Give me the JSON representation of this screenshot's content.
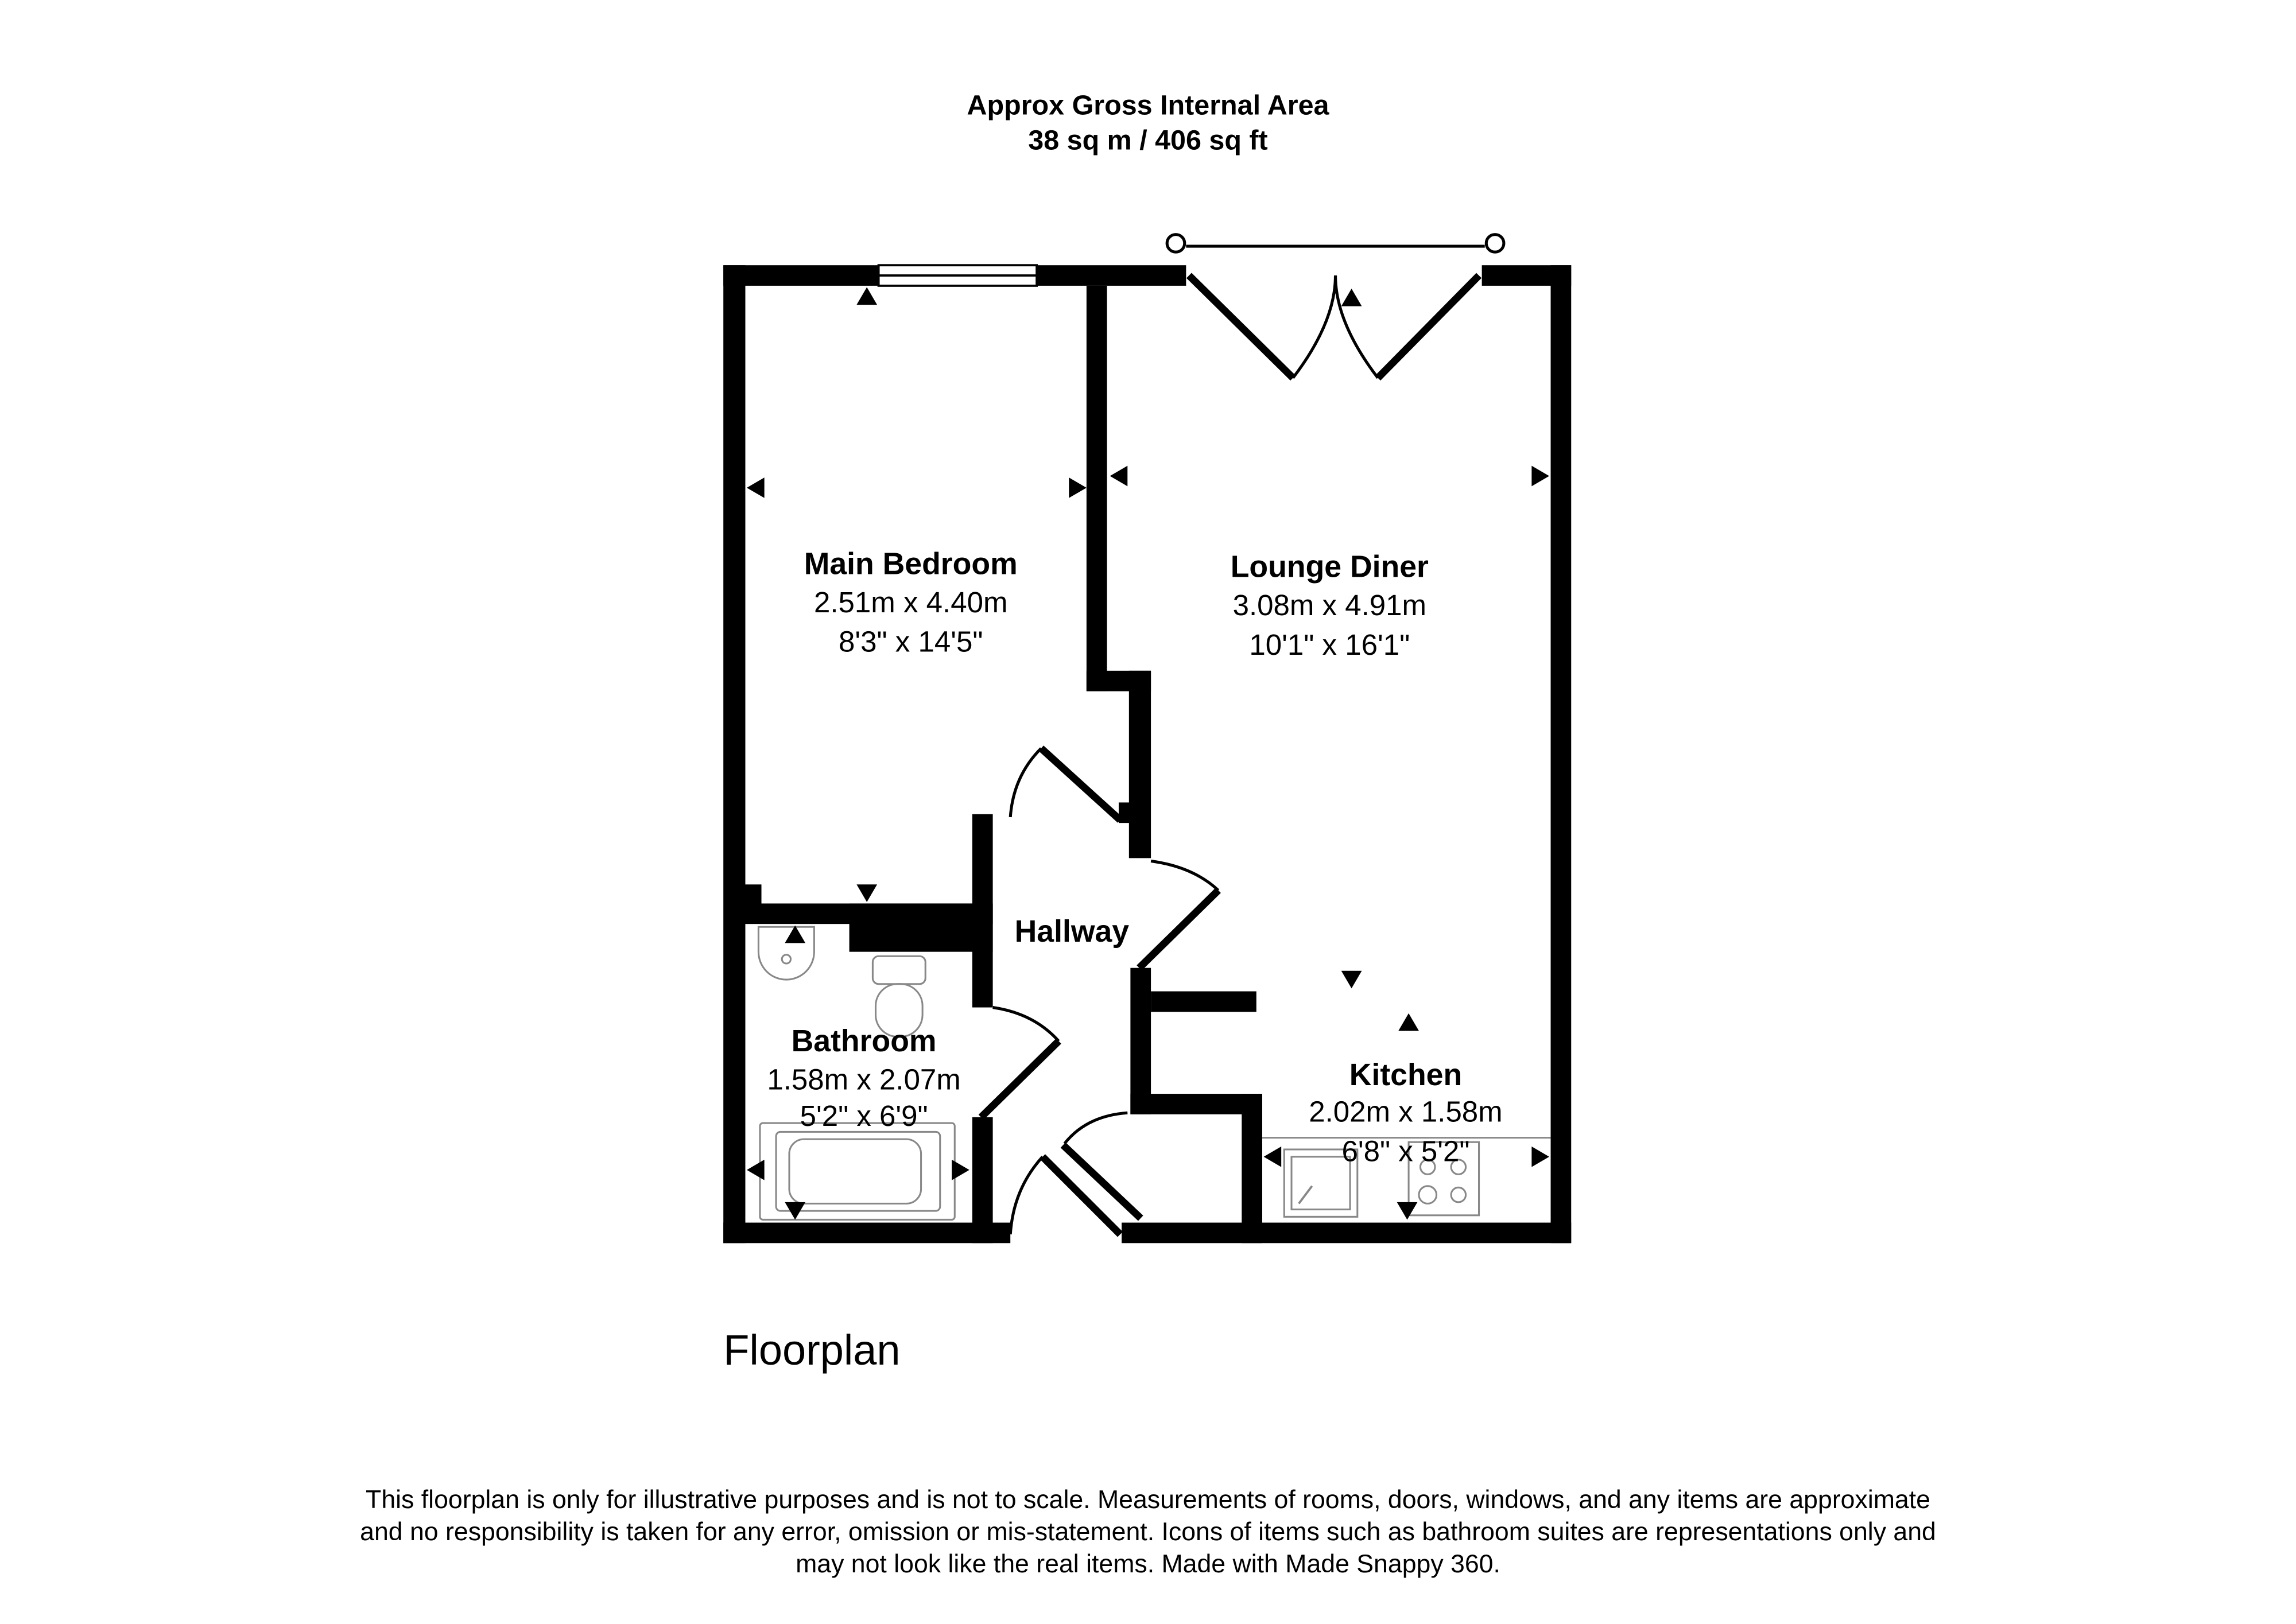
{
  "header": {
    "title_line1": "Approx Gross Internal Area",
    "title_line2": "38 sq m / 406 sq ft"
  },
  "rooms": {
    "bedroom": {
      "name": "Main Bedroom",
      "metric": "2.51m x 4.40m",
      "imperial": "8'3\" x 14'5\""
    },
    "lounge": {
      "name": "Lounge Diner",
      "metric": "3.08m x 4.91m",
      "imperial": "10'1\" x 16'1\""
    },
    "hallway": {
      "name": "Hallway"
    },
    "bathroom": {
      "name": "Bathroom",
      "metric": "1.58m x 2.07m",
      "imperial": "5'2\" x 6'9\""
    },
    "kitchen": {
      "name": "Kitchen",
      "metric": "2.02m x 1.58m",
      "imperial": "6'8\" x 5'2\""
    }
  },
  "floor_label": "Floorplan",
  "disclaimer": {
    "line1": "This floorplan is only for illustrative purposes and is not to scale. Measurements of rooms, doors, windows, and any items are approximate",
    "line2": "and no responsibility is taken for any error, omission or mis-statement. Icons of items such as bathroom suites are representations only and",
    "line3": "may not look like the real items. Made with Made Snappy 360."
  }
}
